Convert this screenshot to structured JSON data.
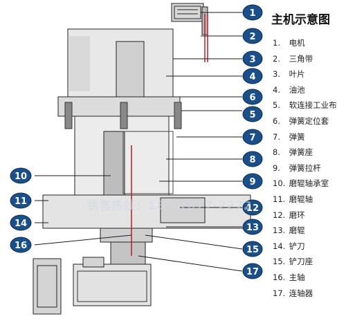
{
  "title": "主机示意图",
  "watermark": "销售热线：186-1677-2272",
  "legend": [
    {
      "num": "1.",
      "label": "电机"
    },
    {
      "num": "2.",
      "label": "三角带"
    },
    {
      "num": "3.",
      "label": "叶片"
    },
    {
      "num": "4.",
      "label": "油池"
    },
    {
      "num": "5.",
      "label": "软连接工业布"
    },
    {
      "num": "6.",
      "label": "弹簧定位套"
    },
    {
      "num": "7.",
      "label": "弹簧"
    },
    {
      "num": "8.",
      "label": "弹簧座"
    },
    {
      "num": "9.",
      "label": "弹簧拉杆"
    },
    {
      "num": "10.",
      "label": "磨辊轴承室"
    },
    {
      "num": "11.",
      "label": "磨辊轴"
    },
    {
      "num": "12.",
      "label": "磨环"
    },
    {
      "num": "13.",
      "label": "磨辊"
    },
    {
      "num": "14.",
      "label": "铲刀"
    },
    {
      "num": "15.",
      "label": "铲刀座"
    },
    {
      "num": "16.",
      "label": "主轴"
    },
    {
      "num": "17.",
      "label": "连轴器"
    }
  ],
  "callouts": [
    "1",
    "2",
    "3",
    "4",
    "5",
    "6",
    "7",
    "8",
    "9",
    "10",
    "11",
    "12",
    "13",
    "14",
    "15",
    "16",
    "17"
  ],
  "colors": {
    "callout_fill": "#1a4f8a",
    "leader": "#1a1a1a",
    "body": "#e6e6e6",
    "highlight": "#b22222"
  }
}
